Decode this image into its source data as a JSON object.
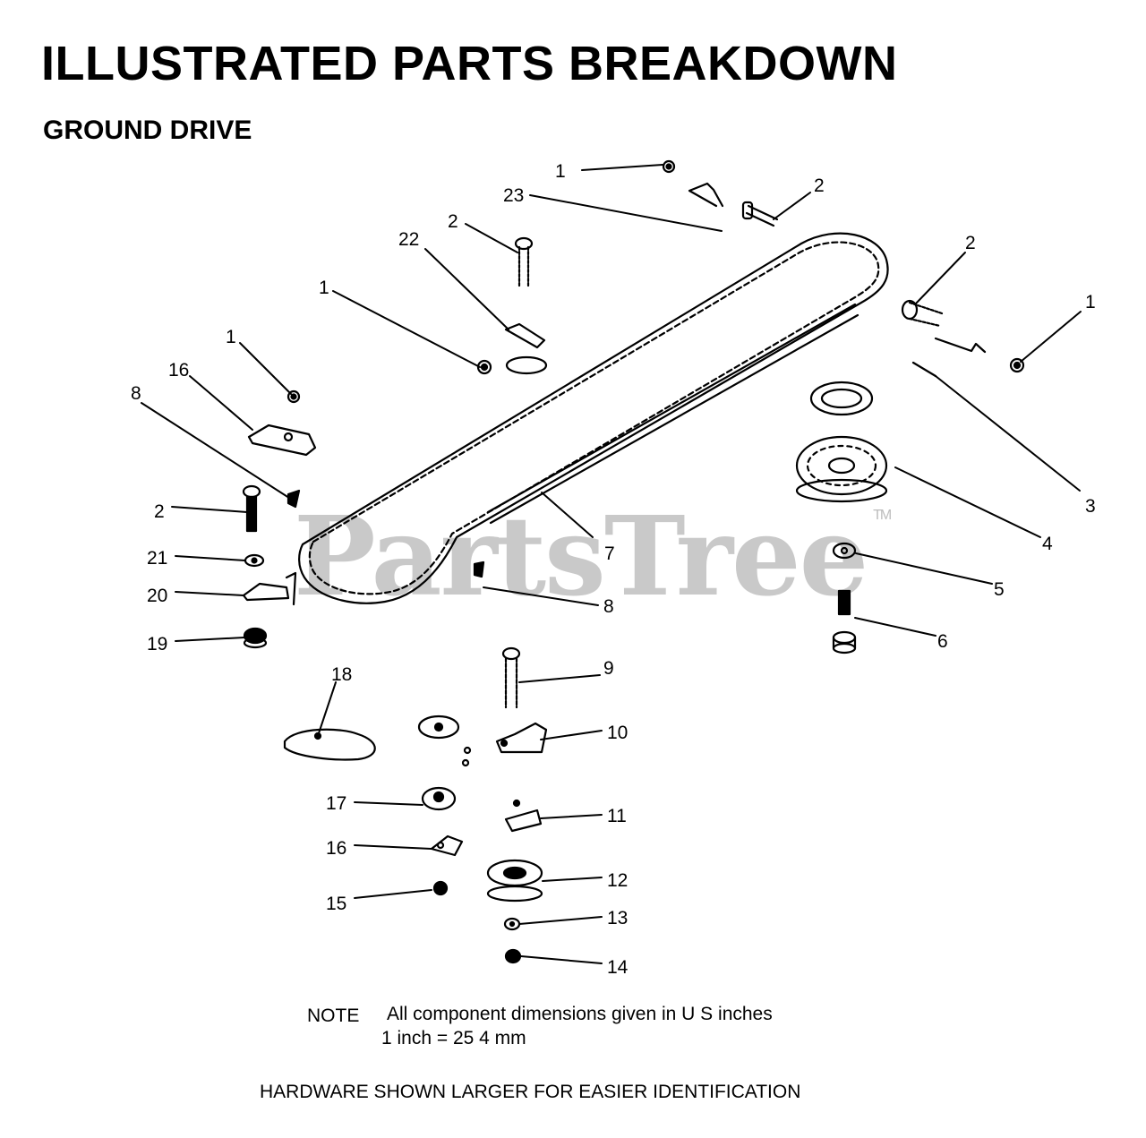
{
  "title": "ILLUSTRATED PARTS BREAKDOWN",
  "subtitle": "GROUND DRIVE",
  "watermark": "PartsTree",
  "watermark_mark": "TM",
  "note": {
    "label": "NOTE",
    "text": "All component dimensions given in U S  inches",
    "conversion": "1 inch = 25 4 mm"
  },
  "footer": "HARDWARE SHOWN LARGER FOR EASIER IDENTIFICATION",
  "callouts": {
    "c1": "1",
    "c2": "2",
    "c3": "3",
    "c4": "4",
    "c5": "5",
    "c6": "6",
    "c7": "7",
    "c8": "8",
    "c9": "9",
    "c10": "10",
    "c11": "11",
    "c12": "12",
    "c13": "13",
    "c14": "14",
    "c15": "15",
    "c16": "16",
    "c17": "17",
    "c18": "18",
    "c19": "19",
    "c20": "20",
    "c21": "21",
    "c22": "22",
    "c23": "23"
  },
  "colors": {
    "ink": "#000000",
    "watermark": "#c9c9c9",
    "background": "#ffffff"
  }
}
